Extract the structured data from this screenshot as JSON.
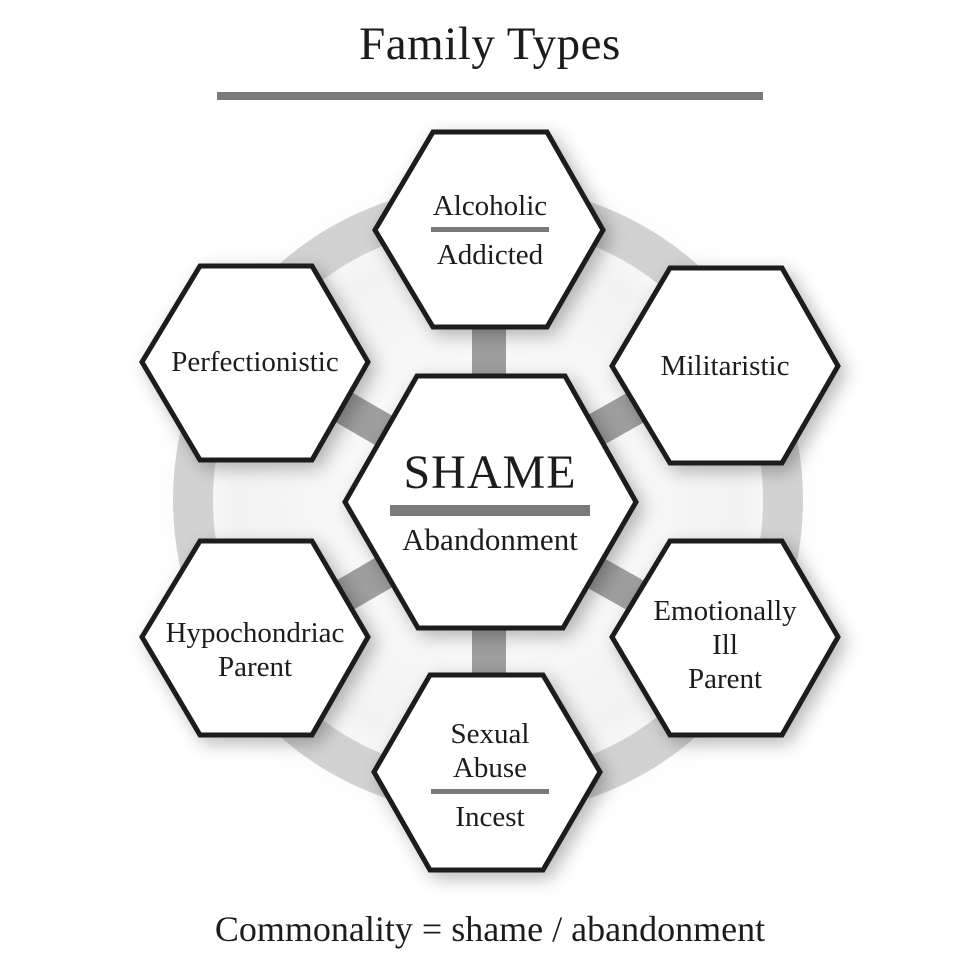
{
  "title": "Family Types",
  "center": {
    "primary": "SHAME",
    "secondary": "Abandonment"
  },
  "family_types": [
    {
      "id": "alcoholic",
      "lines": [
        "Alcoholic",
        "Addicted"
      ],
      "divider_after": 0
    },
    {
      "id": "militaristic",
      "lines": [
        "Militaristic"
      ]
    },
    {
      "id": "emotionally-ill",
      "lines": [
        "Emotionally",
        "Ill",
        "Parent"
      ]
    },
    {
      "id": "sexual-abuse",
      "lines": [
        "Sexual",
        "Abuse",
        "Incest"
      ],
      "divider_after": 1
    },
    {
      "id": "hypochondriac",
      "lines": [
        "Hypochondriac",
        "Parent"
      ]
    },
    {
      "id": "perfectionistic",
      "lines": [
        "Perfectionistic"
      ]
    }
  ],
  "caption": "Commonality = shame / abandonment",
  "colors": {
    "ring": "#d2d2d2",
    "connector": "#9e9e9e",
    "divider": "#7a7a7a",
    "hex_stroke": "#1a1a1a",
    "hex_fill": "#ffffff",
    "text": "#1c1c1c"
  }
}
